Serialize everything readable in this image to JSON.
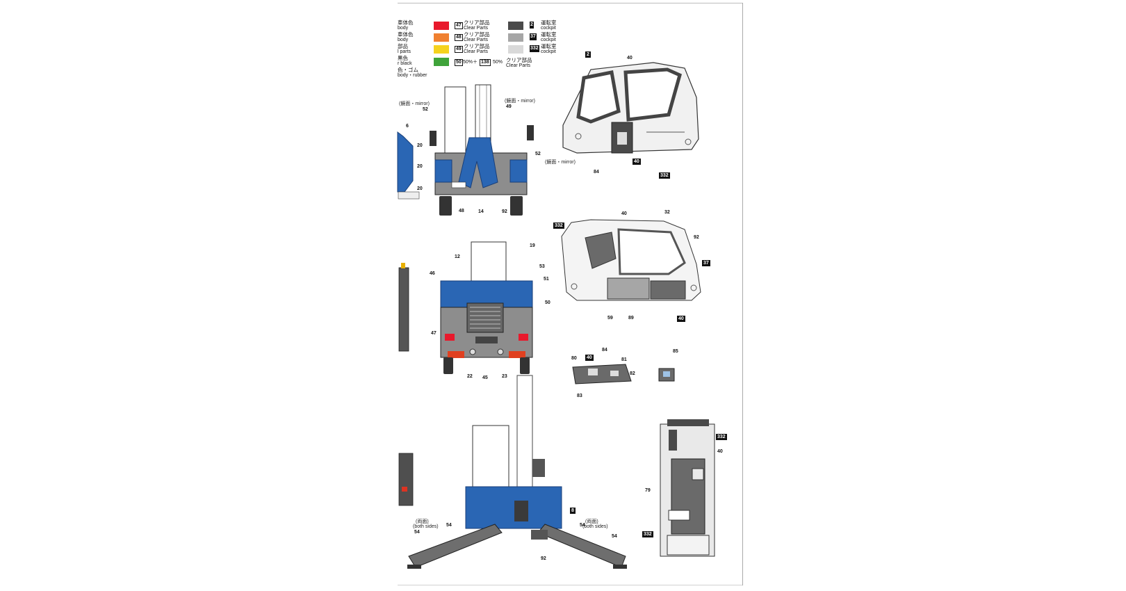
{
  "legend_left": [
    {
      "jp": "車体色",
      "en": "body"
    },
    {
      "jp": "車体色",
      "en": "body"
    },
    {
      "jp": "部品",
      "en": "l parts"
    },
    {
      "jp": "黒色",
      "en": "r black"
    },
    {
      "jp": "色・ゴム",
      "en": "body・rubber"
    }
  ],
  "legend_colors": [
    {
      "num": "47",
      "jp": "クリア部品",
      "en": "Clear Parts",
      "color": "#e8192c",
      "style": "outline"
    },
    {
      "num": "48",
      "jp": "クリア部品",
      "en": "Clear Parts",
      "color": "#f08030",
      "style": "outline"
    },
    {
      "num": "49",
      "jp": "クリア部品",
      "en": "Clear Parts",
      "color": "#f5d21e",
      "style": "outline"
    },
    {
      "num": "2",
      "jp": "運転室",
      "en": "cockpit",
      "color": "#4a4a4a",
      "style": "filled"
    },
    {
      "num": "37",
      "jp": "運転室",
      "en": "cockpit",
      "color": "#a6a6a6",
      "style": "filled"
    },
    {
      "num": "332",
      "jp": "運転室",
      "en": "cockpit",
      "color": "#d9d9d9",
      "style": "filled"
    }
  ],
  "legend_mix": {
    "num_a": "50",
    "pct_a": "50%＋",
    "num_b": "138",
    "pct_b": "50%",
    "jp": "クリア部品",
    "en": "Clear Parts",
    "color": "#3fa33a"
  },
  "notes": {
    "mirror_left": "(鏡面・mirror)",
    "mirror_right_top": "(鏡面・mirror)",
    "mirror_right_bottom": "(鏡面・mirror)",
    "both_sides_left_jp": "(両面)",
    "both_sides_left_en": "(both sides)",
    "both_sides_right_jp": "(両面)",
    "both_sides_right_en": "(both sides)"
  },
  "callouts_front": {
    "c52a": "52",
    "c49": "49",
    "c6": "6",
    "c20a": "20",
    "c20b": "20",
    "c20c": "20",
    "c52b": "52",
    "c48": "48",
    "c14": "14",
    "c92": "92"
  },
  "callouts_rear": {
    "c12": "12",
    "c19": "19",
    "c46": "46",
    "c53": "53",
    "c51": "51",
    "c50": "50",
    "c47": "47",
    "c22": "22",
    "c45": "45",
    "c23": "23"
  },
  "callouts_crane": {
    "c8": "8",
    "c54a": "54",
    "c54b": "54",
    "c54c": "54",
    "c54d": "54",
    "c92": "92"
  },
  "callouts_cab1": {
    "c2": "2",
    "c40a": "40",
    "c84": "84",
    "c40b": "40",
    "c332": "332"
  },
  "callouts_cab2": {
    "c40": "40",
    "c32": "32",
    "c332": "332",
    "c92": "92",
    "c37": "37",
    "c59": "59",
    "c89": "89",
    "c40b": "40"
  },
  "callouts_dash": {
    "c80": "80",
    "c40": "40",
    "c84": "84",
    "c81": "81",
    "c82": "82",
    "c83": "83",
    "c85": "85"
  },
  "callouts_side": {
    "c332a": "332",
    "c40": "40",
    "c79": "79",
    "c332b": "332"
  }
}
